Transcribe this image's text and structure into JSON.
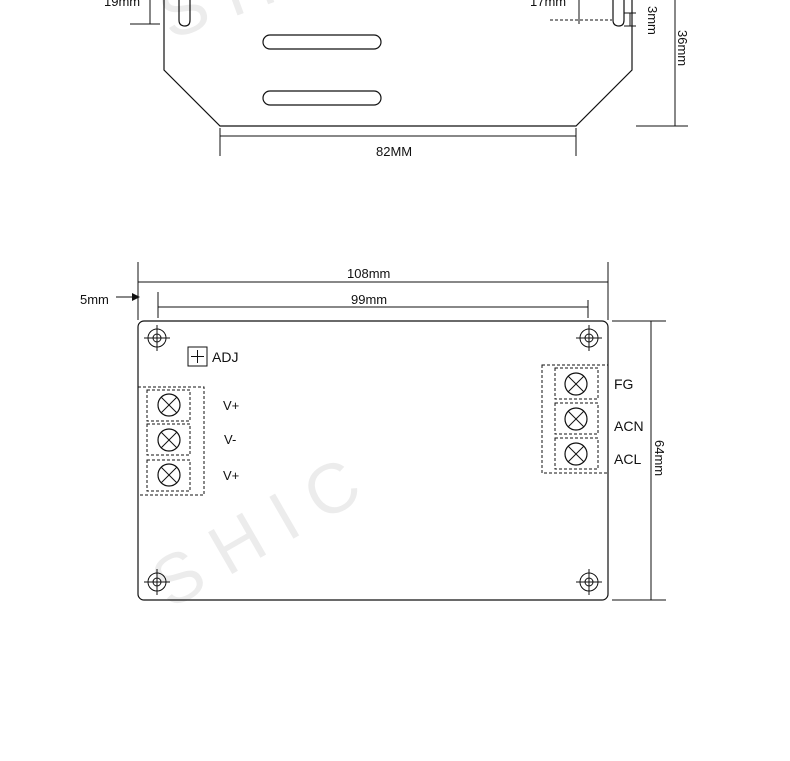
{
  "top_view": {
    "dim_left": "19mm",
    "dim_right_partial": "17mm",
    "dim_3mm": "3mm",
    "dim_36mm": "36mm",
    "dim_82mm": "82MM"
  },
  "board_view": {
    "dim_108mm": "108mm",
    "dim_5mm": "5mm",
    "dim_99mm": "99mm",
    "dim_64mm": "64mm",
    "adj_label": "ADJ",
    "left_terminals": [
      "V+",
      "V-",
      "V+"
    ],
    "right_terminals": [
      "FG",
      "ACN",
      "ACL"
    ]
  },
  "watermark": {
    "top": "S H",
    "bottom": "S H I C"
  }
}
